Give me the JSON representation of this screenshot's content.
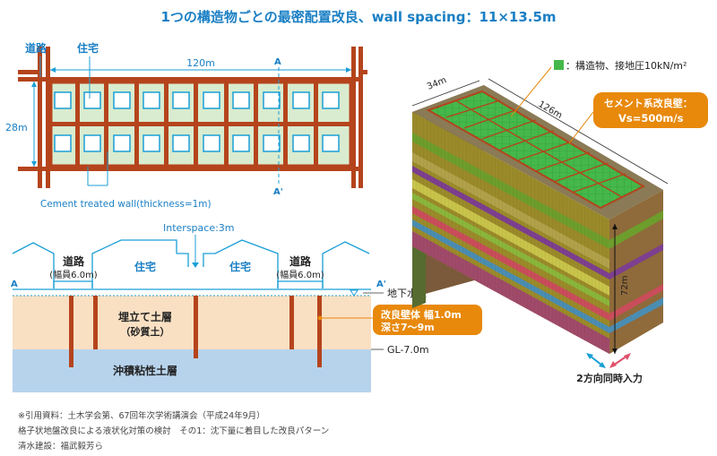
{
  "title": "1つの構造物ごとの最密配置改良、wall spacing：11×13.5m",
  "plan": {
    "road_label": "道路",
    "house_label": "住宅",
    "width_label": "120m",
    "height_label": "28m",
    "section_a": "A",
    "section_a2": "A'",
    "wall_label": "Cement treated wall(thickness=1m)"
  },
  "section": {
    "interspace_label": "Interspace:3m",
    "road1_label": "道路",
    "road1_width": "(幅員6.0m)",
    "house1_label": "住宅",
    "house2_label": "住宅",
    "road2_label": "道路",
    "road2_width": "(幅員6.0m)",
    "a_left": "A",
    "a_right": "A'",
    "groundwater_label": "地下水位",
    "fill_layer_label": "埋立て土層",
    "fill_layer_sub": "（砂質土）",
    "clay_layer_label": "沖積粘性土層",
    "gl_label": "GL-7.0m",
    "wall_callout_line1": "改良壁体 幅1.0m",
    "wall_callout_line2": "深さ7～9m"
  },
  "model": {
    "legend_label": "：構造物、接地圧10kN/m²",
    "width_label": "34m",
    "length_label": "126m",
    "depth_label": "72m",
    "cement_callout_line1": "セメント系改良壁：",
    "cement_callout_line2": "Vs=500m/s",
    "input_label": "2方向同時入力"
  },
  "notes": [
    "※引用資料：土木学会第、67回年次学術講演会（平成24年9月）",
    "格子状地盤改良による液状化対策の検討　その1：沈下量に着目した改良パターン",
    "清水建設：福武毅芳ら"
  ],
  "colors": {
    "title": "#1a7fc4",
    "wall": "#b5441c",
    "house_fill": "#d9eccf",
    "water": "#1a9fd6",
    "callout": "#e8890c",
    "fill_layer": "#f9e0c3",
    "clay_layer": "#b7d3ec",
    "struct_green": "#44b84a"
  }
}
